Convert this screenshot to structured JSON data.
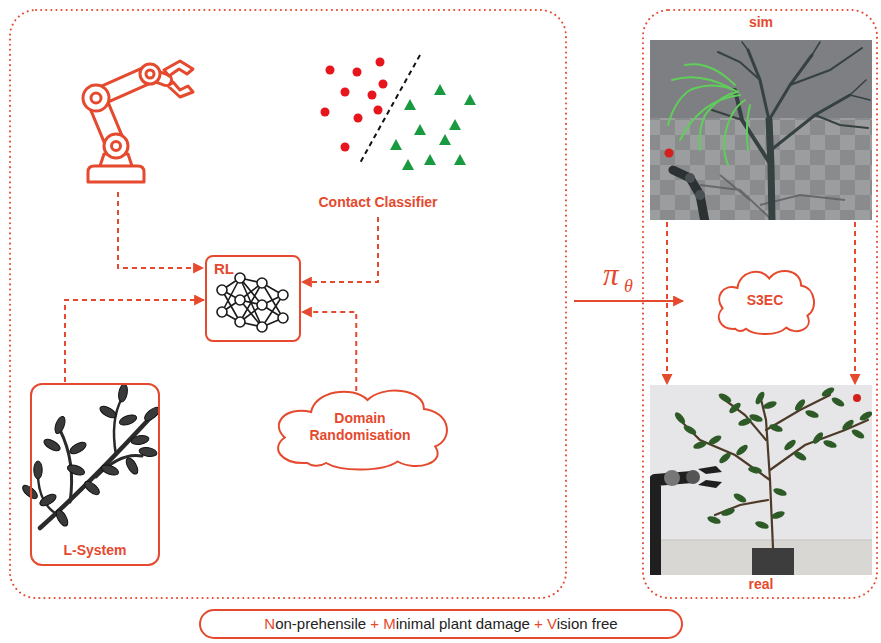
{
  "diagram": {
    "nodes": [
      {
        "text": [
          "Contact Classifier"
        ]
      },
      {
        "text": [
          "RL"
        ]
      },
      {
        "text": [
          "L-System"
        ]
      },
      {
        "text": [
          "Domain Randomisation"
        ]
      },
      {
        "text": [
          "sim"
        ]
      },
      {
        "text": [
          "S3EC"
        ]
      },
      {
        "text": [
          "real"
        ]
      },
      {
        "text": [
          "Non-prehensile + Minimal plant damage + Vision free"
        ]
      }
    ],
    "edges": [
      {
        "from": 0,
        "to": 1,
        "arrow": "to"
      },
      {
        "from": 2,
        "to": 1,
        "arrow": "to"
      },
      {
        "from": 3,
        "to": 1,
        "arrow": "to"
      },
      {
        "from": 4,
        "to": 6,
        "arrow": "to"
      },
      {
        "from": 4,
        "to": 6,
        "arrow": "to"
      }
    ],
    "labels": [
      "π",
      "θ"
    ]
  }
}
